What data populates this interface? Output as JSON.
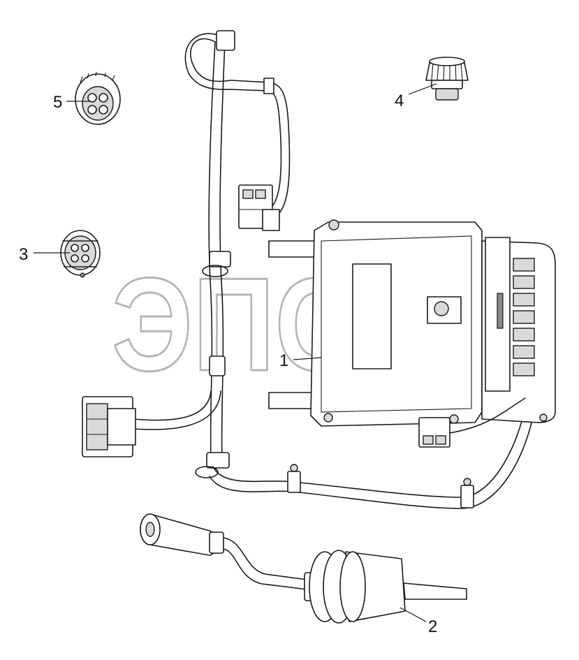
{
  "callouts": [
    {
      "id": "1",
      "label": "1"
    },
    {
      "id": "2",
      "label": "2"
    },
    {
      "id": "3",
      "label": "3"
    },
    {
      "id": "4",
      "label": "4"
    },
    {
      "id": "5",
      "label": "5"
    }
  ],
  "watermark": {
    "text": "ЭПСР",
    "tm": "™"
  },
  "colors": {
    "line": "#1a1a1a",
    "watermark": "#b5b5b5"
  }
}
